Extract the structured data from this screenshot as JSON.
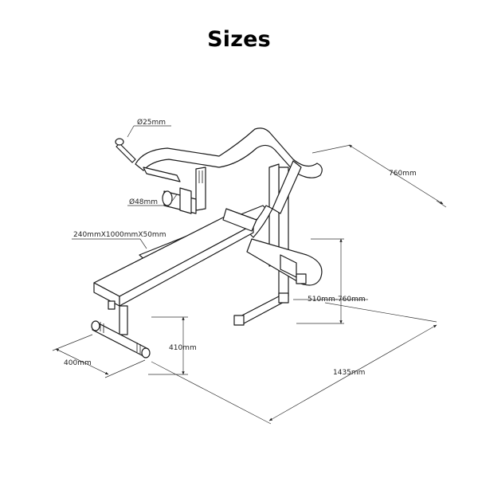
{
  "title": "Sizes",
  "dimensions": {
    "bar_diameter": "Ø25mm",
    "tube_diameter": "Ø48mm",
    "pad_size": "240mmX1000mmX50mm",
    "depth": "760mm",
    "height_range": "510mm-760mm",
    "seat_height": "410mm",
    "foot_width": "400mm",
    "length": "1435mm"
  }
}
